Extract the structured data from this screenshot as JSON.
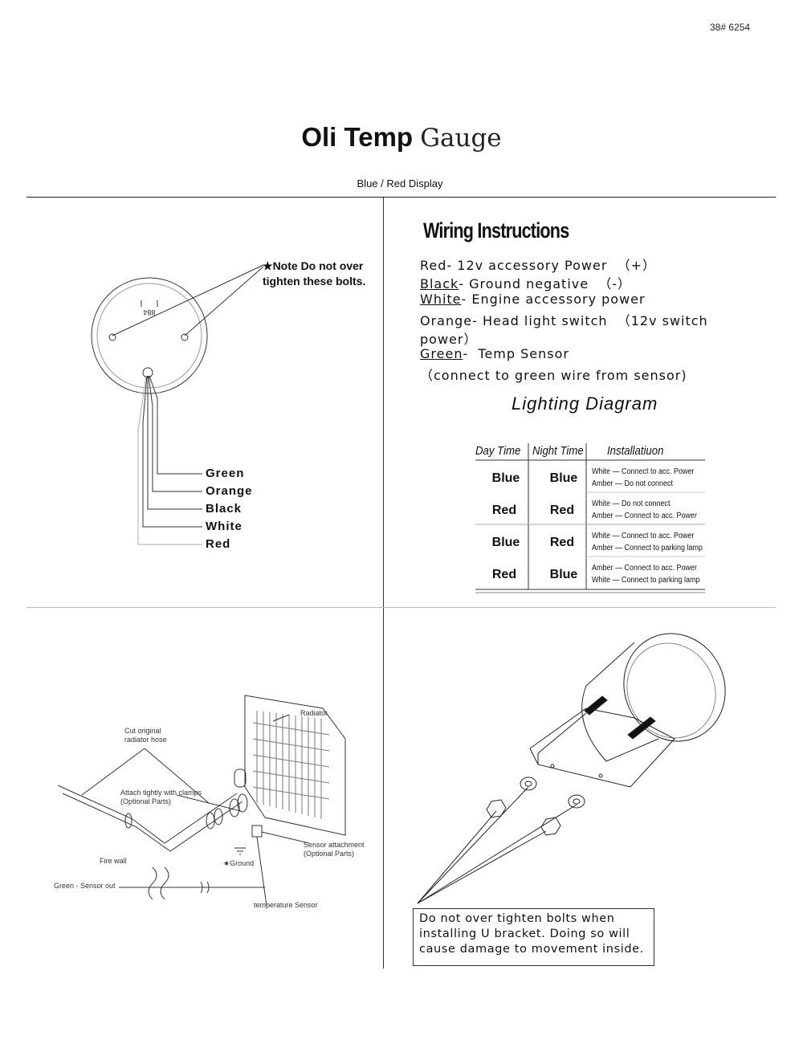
{
  "page": {
    "code": "38#  6254",
    "title_bold": "Oli Temp",
    "title_light": "Gauge",
    "subtitle": "Blue / Red Display"
  },
  "gauge_diagram": {
    "gauge_mark": "884",
    "note_line1": "Note Do not over",
    "note_line2": "tighten these bolts.",
    "note_star": "★",
    "wires": [
      "Green",
      "Orange",
      "Black",
      "White",
      "Red"
    ]
  },
  "wiring": {
    "heading": "Wiring Instructions",
    "lines": [
      {
        "color": "Red",
        "text": "- 12v accessory Power  （+）"
      },
      {
        "color": "Black",
        "text": "- Ground negative  （-）"
      },
      {
        "color": "White",
        "text": "- Engine accessory power"
      },
      {
        "color": "Orange",
        "text": "- Head light switch  （12v switch"
      },
      {
        "color": "",
        "text": "power）"
      },
      {
        "color": "Green",
        "text": "-  Temp Sensor"
      },
      {
        "color": "",
        "text": "（connect to green wire from sensor)"
      }
    ]
  },
  "lighting": {
    "heading": "Lighting Diagram",
    "columns": [
      "Day Time",
      "Night Time",
      "Installatiuon"
    ],
    "rows": [
      {
        "day": "Blue",
        "night": "Blue",
        "install": [
          "White — Connect to acc. Power",
          "Amber — Do not connect"
        ]
      },
      {
        "day": "Red",
        "night": "Red",
        "install": [
          "White — Do not connect",
          "Amber — Connect to acc. Power"
        ]
      },
      {
        "day": "Blue",
        "night": "Red",
        "install": [
          "White — Connect to acc. Power",
          "Amber — Connect to parking lamp"
        ]
      },
      {
        "day": "Red",
        "night": "Blue",
        "install": [
          "Amber — Connect to acc. Power",
          "White — Connect to parking lamp"
        ]
      }
    ]
  },
  "engine_diagram": {
    "radiator": "Radiator",
    "cut_hose": "Cut original\nradiator hose",
    "attach": "Attach tightly with clamps\n(Optional Parts)",
    "sensor_attachment": "Sensor attachment\n(Optional Parts)",
    "ground": "★Ground",
    "fire_wall": "Fire wall",
    "green_sensor": "Green - Sensor out",
    "temp_sensor": "temperature Sensor"
  },
  "bracket_diagram": {
    "warning_line1": "Do not over tighten bolts when",
    "warning_line2": "installing U bracket. Doing so will",
    "warning_line3": "cause damage to movement inside."
  }
}
